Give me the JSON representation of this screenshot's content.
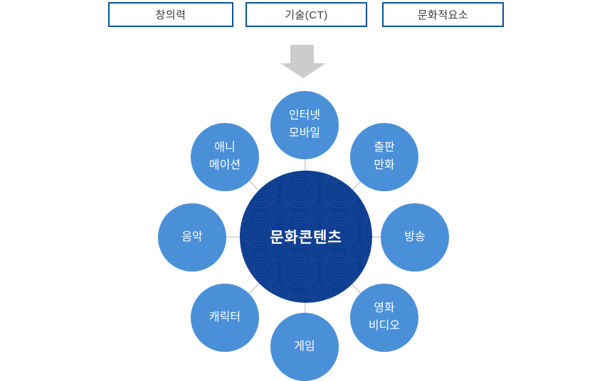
{
  "top_boxes": [
    {
      "label": "창의력"
    },
    {
      "label": "기술(CT)"
    },
    {
      "label": "문화적요소"
    }
  ],
  "arrow": {
    "name": "down-arrow"
  },
  "diagram": {
    "center": {
      "label": "문화콘텐츠"
    },
    "satellites": [
      {
        "id": "internet-mobile",
        "label": "인터넷\n모바일"
      },
      {
        "id": "publishing-comics",
        "label": "출판\n만화"
      },
      {
        "id": "broadcasting",
        "label": "방송"
      },
      {
        "id": "movie-video",
        "label": "영화\n비디오"
      },
      {
        "id": "game",
        "label": "게임"
      },
      {
        "id": "character",
        "label": "캐릭터"
      },
      {
        "id": "music",
        "label": "음악"
      },
      {
        "id": "animation",
        "label": "애니\n메이션"
      }
    ]
  },
  "theme": {
    "page_bg": "#ffffff",
    "satellite_color": "#4a90d9",
    "center_color": "#0c3c90",
    "box_border_color": "#0553a3",
    "box_text_color": "#3a3a3a",
    "connector_color": "#cccccc",
    "arrow_color": "#cccccc",
    "circle_text_color": "#ffffff"
  }
}
